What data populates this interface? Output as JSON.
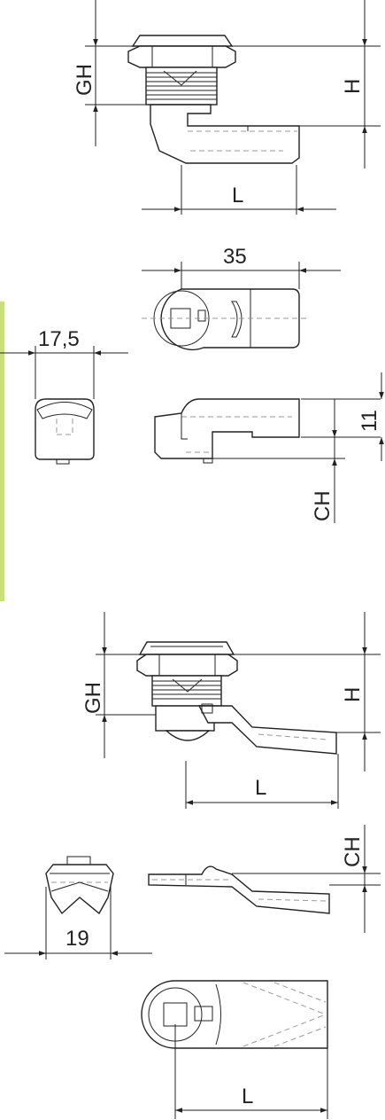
{
  "accent_color": "#c8e07a",
  "labels": {
    "gh_1": "GH",
    "h_1": "H",
    "l_1": "L",
    "dim_35": "35",
    "dim_17_5": "17,5",
    "dim_11": "11",
    "ch_1": "CH",
    "gh_2": "GH",
    "h_2": "H",
    "l_2": "L",
    "ch_2": "CH",
    "dim_19": "19",
    "l_3": "L"
  }
}
